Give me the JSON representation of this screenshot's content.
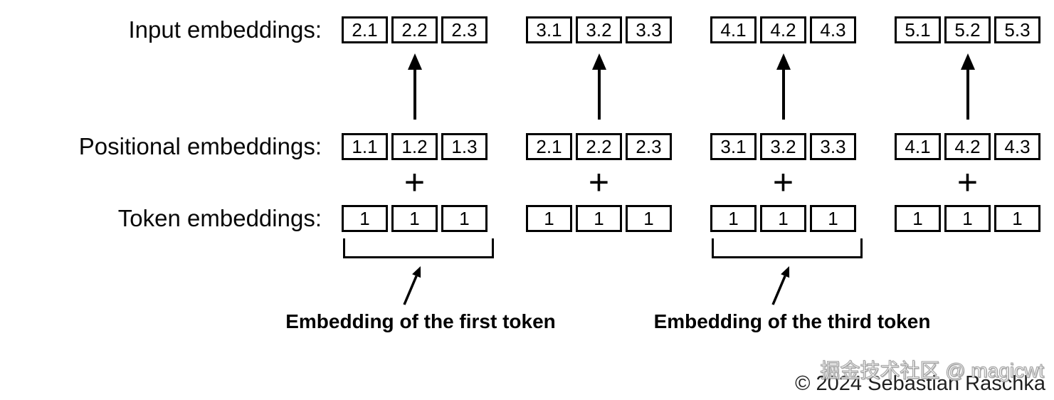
{
  "labels": {
    "input": "Input embeddings:",
    "positional": "Positional embeddings:",
    "token": "Token embeddings:"
  },
  "symbols": {
    "plus": "+"
  },
  "matrix": {
    "input": [
      [
        "2.1",
        "2.2",
        "2.3"
      ],
      [
        "3.1",
        "3.2",
        "3.3"
      ],
      [
        "4.1",
        "4.2",
        "4.3"
      ],
      [
        "5.1",
        "5.2",
        "5.3"
      ]
    ],
    "positional": [
      [
        "1.1",
        "1.2",
        "1.3"
      ],
      [
        "2.1",
        "2.2",
        "2.3"
      ],
      [
        "3.1",
        "3.2",
        "3.3"
      ],
      [
        "4.1",
        "4.2",
        "4.3"
      ]
    ],
    "token": [
      [
        "1",
        "1",
        "1"
      ],
      [
        "1",
        "1",
        "1"
      ],
      [
        "1",
        "1",
        "1"
      ],
      [
        "1",
        "1",
        "1"
      ]
    ]
  },
  "annotations": {
    "first": "Embedding of the first token",
    "third": "Embedding of the third token"
  },
  "footer": {
    "copyright": "© 2024 Sebastian Raschka",
    "watermark": "掘金技术社区 @ magicwt"
  },
  "colors": {
    "ink": "#000000",
    "background": "#ffffff",
    "watermark_fill": "#ffffff",
    "watermark_outline": "#a8a8a8"
  }
}
